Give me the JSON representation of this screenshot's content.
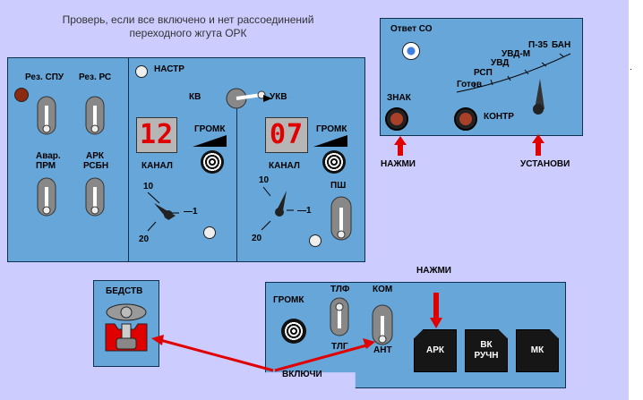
{
  "hint": {
    "line1": "Проверь, если все включено и нет рассоединений",
    "line2": "переходного жгута ОРК"
  },
  "left_panel": {
    "res_spu": "Рез. СПУ",
    "res_rs": "Рез. РС",
    "avar_prm_1": "Авар.",
    "avar_prm_2": "ПРМ",
    "ark_rsbn_1": "АРК",
    "ark_rsbn_2": "РСБН"
  },
  "radio_panel": {
    "nastr": "НАСТР",
    "kv": "КВ",
    "ukv": "УКВ",
    "gromk_left": "ГРОМК",
    "gromk_right": "ГРОМК",
    "kanal_left": "КАНАЛ",
    "kanal_right": "КАНАЛ",
    "channel_left": "12",
    "channel_right": "07",
    "dial_left_10": "10",
    "dial_left_1": "—1",
    "dial_left_20": "20",
    "dial_right_10": "10",
    "dial_right_1": "—1",
    "dial_right_20": "20",
    "psh": "ПШ"
  },
  "answer_panel": {
    "otvet_so": "Ответ СО",
    "znak": "ЗНАК",
    "kontr": "КОНТР",
    "scale": [
      "Готов",
      "РСП",
      "УВД",
      "УВД-М",
      "П-35",
      "БАН"
    ]
  },
  "bedstv_panel": {
    "label": "БЕДСТВ"
  },
  "ark_panel": {
    "gromk": "ГРОМК",
    "tlf": "ТЛФ",
    "tlg": "ТЛГ",
    "kom": "КОМ",
    "ant": "АНТ",
    "btn_ark": "АРК",
    "btn_vk_1": "ВК",
    "btn_vk_2": "РУЧН",
    "btn_mk": "МК"
  },
  "hints": {
    "nazhmi_1": "НАЖМИ",
    "ustanovi": "УСТАНОВИ",
    "nazhmi_2": "НАЖМИ",
    "vkluchi": "ВКЛЮЧИ",
    "dot": "."
  }
}
